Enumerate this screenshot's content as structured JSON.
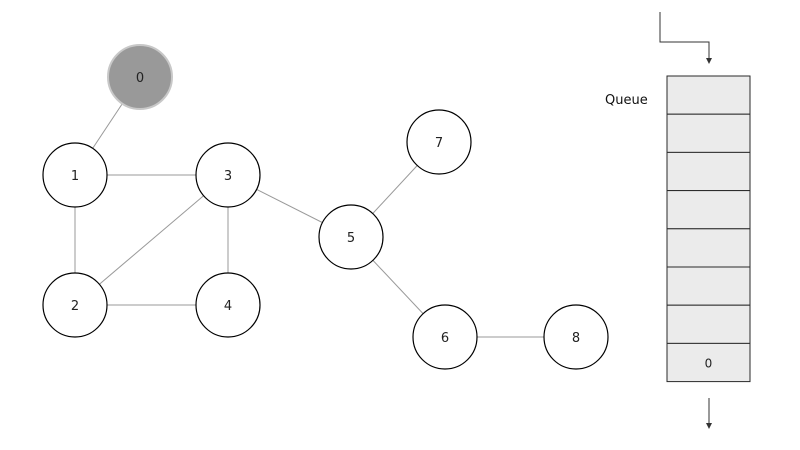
{
  "graph": {
    "nodes": [
      {
        "id": "0",
        "label": "0",
        "visited": true
      },
      {
        "id": "1",
        "label": "1",
        "visited": false
      },
      {
        "id": "2",
        "label": "2",
        "visited": false
      },
      {
        "id": "3",
        "label": "3",
        "visited": false
      },
      {
        "id": "4",
        "label": "4",
        "visited": false
      },
      {
        "id": "5",
        "label": "5",
        "visited": false
      },
      {
        "id": "6",
        "label": "6",
        "visited": false
      },
      {
        "id": "7",
        "label": "7",
        "visited": false
      },
      {
        "id": "8",
        "label": "8",
        "visited": false
      }
    ],
    "edges": [
      [
        "0",
        "1"
      ],
      [
        "1",
        "3"
      ],
      [
        "1",
        "2"
      ],
      [
        "2",
        "3"
      ],
      [
        "2",
        "4"
      ],
      [
        "3",
        "4"
      ],
      [
        "3",
        "5"
      ],
      [
        "5",
        "7"
      ],
      [
        "5",
        "6"
      ],
      [
        "6",
        "8"
      ]
    ]
  },
  "queue": {
    "label": "Queue",
    "cells": [
      "",
      "",
      "",
      "",
      "",
      "",
      "",
      "0"
    ]
  },
  "colors": {
    "visited_fill": "#999999",
    "visited_stroke": "#c8c8c8",
    "node_fill": "#ffffff",
    "queue_cell_fill": "#ebebeb",
    "edge": "#9a9a9a"
  },
  "icons": {
    "queue_input": "enqueue-arrow-icon",
    "queue_output": "dequeue-arrow-icon"
  }
}
